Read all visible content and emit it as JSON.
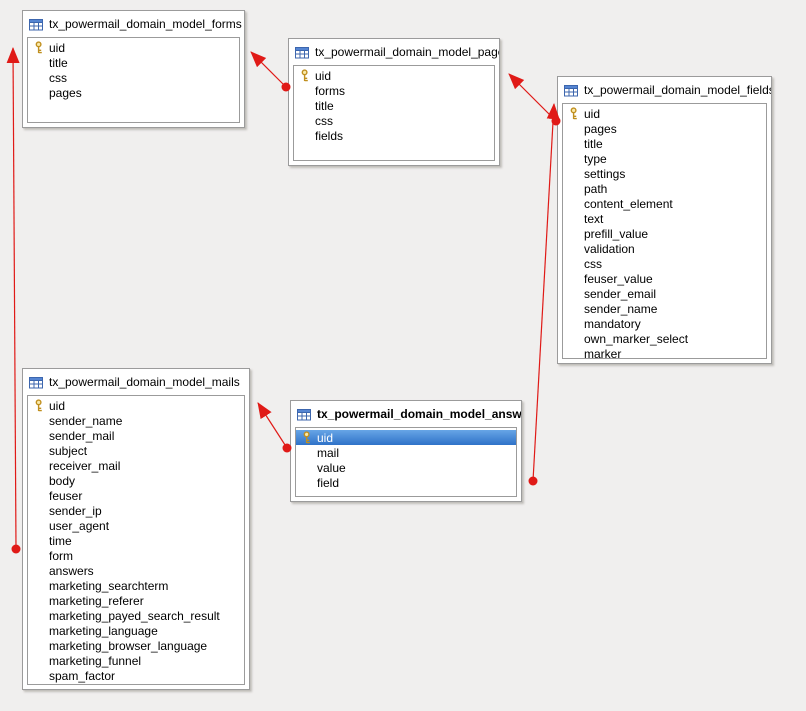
{
  "diagram": {
    "background_color": "#f0efee",
    "relation_color": "#e01a17",
    "selection_color": "#2f72c8"
  },
  "tables": [
    {
      "id": "forms",
      "title": "tx_powermail_domain_model_forms",
      "selected": false,
      "fields": [
        {
          "name": "uid",
          "key": true,
          "selected": false
        },
        {
          "name": "title",
          "key": false,
          "selected": false
        },
        {
          "name": "css",
          "key": false,
          "selected": false
        },
        {
          "name": "pages",
          "key": false,
          "selected": false
        }
      ]
    },
    {
      "id": "pages",
      "title": "tx_powermail_domain_model_pages",
      "selected": false,
      "fields": [
        {
          "name": "uid",
          "key": true,
          "selected": false
        },
        {
          "name": "forms",
          "key": false,
          "selected": false
        },
        {
          "name": "title",
          "key": false,
          "selected": false
        },
        {
          "name": "css",
          "key": false,
          "selected": false
        },
        {
          "name": "fields",
          "key": false,
          "selected": false
        }
      ]
    },
    {
      "id": "fields",
      "title": "tx_powermail_domain_model_fields",
      "selected": false,
      "fields": [
        {
          "name": "uid",
          "key": true,
          "selected": false
        },
        {
          "name": "pages",
          "key": false,
          "selected": false
        },
        {
          "name": "title",
          "key": false,
          "selected": false
        },
        {
          "name": "type",
          "key": false,
          "selected": false
        },
        {
          "name": "settings",
          "key": false,
          "selected": false
        },
        {
          "name": "path",
          "key": false,
          "selected": false
        },
        {
          "name": "content_element",
          "key": false,
          "selected": false
        },
        {
          "name": "text",
          "key": false,
          "selected": false
        },
        {
          "name": "prefill_value",
          "key": false,
          "selected": false
        },
        {
          "name": "validation",
          "key": false,
          "selected": false
        },
        {
          "name": "css",
          "key": false,
          "selected": false
        },
        {
          "name": "feuser_value",
          "key": false,
          "selected": false
        },
        {
          "name": "sender_email",
          "key": false,
          "selected": false
        },
        {
          "name": "sender_name",
          "key": false,
          "selected": false
        },
        {
          "name": "mandatory",
          "key": false,
          "selected": false
        },
        {
          "name": "own_marker_select",
          "key": false,
          "selected": false
        },
        {
          "name": "marker",
          "key": false,
          "selected": false
        }
      ]
    },
    {
      "id": "mails",
      "title": "tx_powermail_domain_model_mails",
      "selected": false,
      "fields": [
        {
          "name": "uid",
          "key": true,
          "selected": false
        },
        {
          "name": "sender_name",
          "key": false,
          "selected": false
        },
        {
          "name": "sender_mail",
          "key": false,
          "selected": false
        },
        {
          "name": "subject",
          "key": false,
          "selected": false
        },
        {
          "name": "receiver_mail",
          "key": false,
          "selected": false
        },
        {
          "name": "body",
          "key": false,
          "selected": false
        },
        {
          "name": "feuser",
          "key": false,
          "selected": false
        },
        {
          "name": "sender_ip",
          "key": false,
          "selected": false
        },
        {
          "name": "user_agent",
          "key": false,
          "selected": false
        },
        {
          "name": "time",
          "key": false,
          "selected": false
        },
        {
          "name": "form",
          "key": false,
          "selected": false
        },
        {
          "name": "answers",
          "key": false,
          "selected": false
        },
        {
          "name": "marketing_searchterm",
          "key": false,
          "selected": false
        },
        {
          "name": "marketing_referer",
          "key": false,
          "selected": false
        },
        {
          "name": "marketing_payed_search_result",
          "key": false,
          "selected": false
        },
        {
          "name": "marketing_language",
          "key": false,
          "selected": false
        },
        {
          "name": "marketing_browser_language",
          "key": false,
          "selected": false
        },
        {
          "name": "marketing_funnel",
          "key": false,
          "selected": false
        },
        {
          "name": "spam_factor",
          "key": false,
          "selected": false
        }
      ]
    },
    {
      "id": "answers",
      "title": "tx_powermail_domain_model_answers",
      "selected": true,
      "fields": [
        {
          "name": "uid",
          "key": true,
          "selected": true
        },
        {
          "name": "mail",
          "key": false,
          "selected": false
        },
        {
          "name": "value",
          "key": false,
          "selected": false
        },
        {
          "name": "field",
          "key": false,
          "selected": false
        }
      ]
    }
  ],
  "relations": [
    {
      "from": "tx_powermail_domain_model_mails.form",
      "to": "tx_powermail_domain_model_forms"
    },
    {
      "from": "tx_powermail_domain_model_pages.forms",
      "to": "tx_powermail_domain_model_forms"
    },
    {
      "from": "tx_powermail_domain_model_fields.pages",
      "to": "tx_powermail_domain_model_pages"
    },
    {
      "from": "tx_powermail_domain_model_answers.mail",
      "to": "tx_powermail_domain_model_mails"
    },
    {
      "from": "tx_powermail_domain_model_answers.field",
      "to": "tx_powermail_domain_model_fields"
    }
  ]
}
